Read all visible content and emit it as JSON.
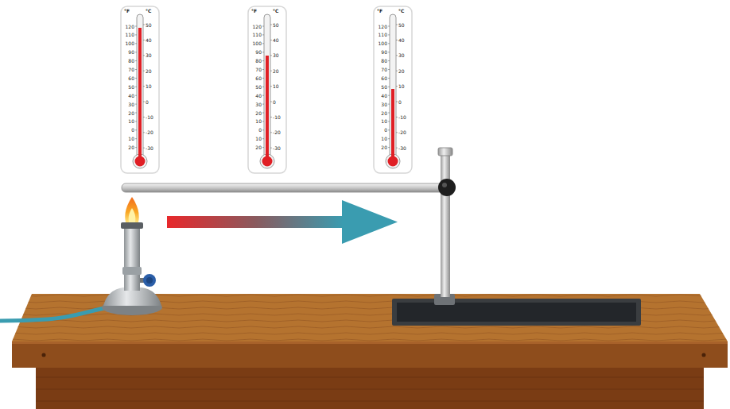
{
  "diagram": {
    "labels": [
      "°F",
      "°C",
      "120",
      "110",
      "100",
      "90",
      "80",
      "70",
      "60",
      "50",
      "40",
      "30",
      "20",
      "10",
      "0",
      "10",
      "20",
      "50",
      "40",
      "30",
      "20",
      "10",
      "0",
      "-10",
      "-20",
      "-30",
      "°F",
      "°C",
      "120",
      "110",
      "100",
      "90",
      "80",
      "70",
      "60",
      "50",
      "40",
      "30",
      "20",
      "10",
      "0",
      "10",
      "20",
      "50",
      "40",
      "30",
      "20",
      "10",
      "0",
      "-10",
      "-20",
      "-30",
      "°F",
      "°C",
      "120",
      "110",
      "100",
      "90",
      "80",
      "70",
      "60",
      "50",
      "40",
      "30",
      "20",
      "10",
      "0",
      "10",
      "20",
      "50",
      "40",
      "30",
      "20",
      "10",
      "0",
      "-10",
      "-20",
      "-30"
    ]
  }
}
